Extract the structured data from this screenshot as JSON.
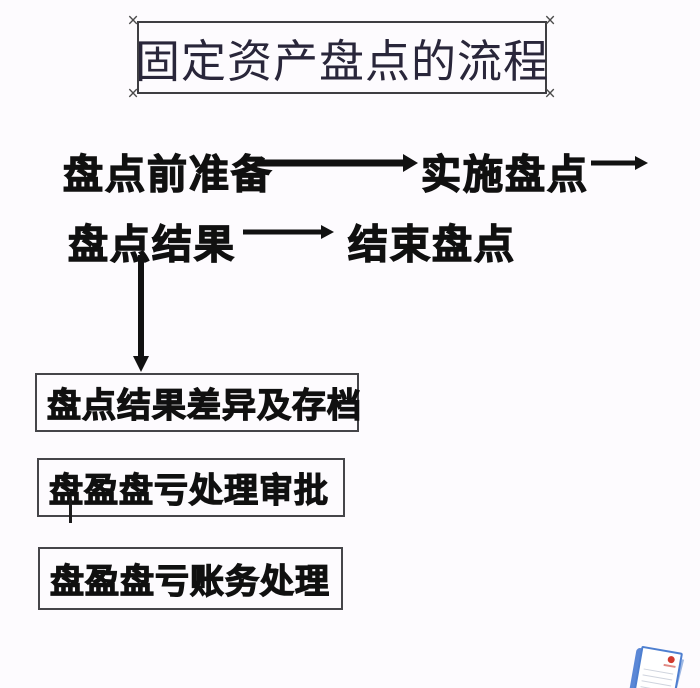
{
  "title": {
    "text": "固定资产盘点的流程",
    "corner_mark_glyph": "×"
  },
  "flow": {
    "row1": {
      "step1": "盘点前准备",
      "step2": "实施盘点"
    },
    "row2": {
      "step1": "盘点结果",
      "step2": "结束盘点"
    },
    "boxes": [
      "盘点结果差异及存档",
      "盘盈盘亏处理审批",
      "盘盈盘亏账务处理"
    ]
  },
  "colors": {
    "background": "#fdfbfe",
    "ink": "#101010",
    "title_ink": "#29263a",
    "box_border": "#454549",
    "icon_blue": "#4e7fd0",
    "icon_seal_red": "#d03a2e"
  },
  "icons": {
    "document_icon": "document-with-red-seal"
  }
}
